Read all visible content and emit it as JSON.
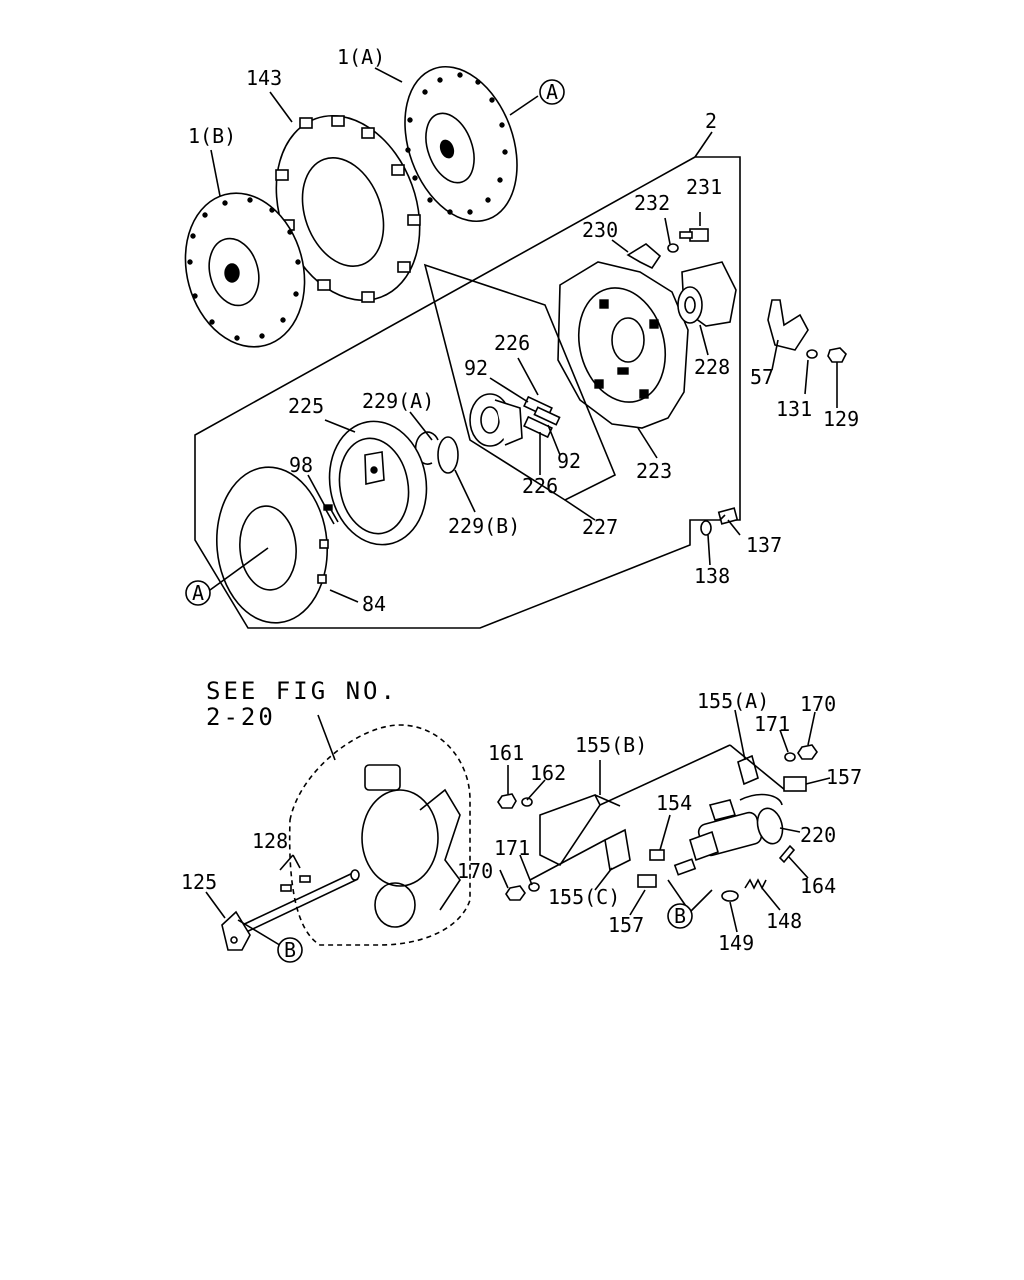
{
  "labels": {
    "l1a": "1(A)",
    "l143": "143",
    "l1b": "1(B)",
    "l2": "2",
    "l231": "231",
    "l232": "232",
    "l230": "230",
    "l226a": "226",
    "l92a": "92",
    "l228": "228",
    "l57": "57",
    "l131": "131",
    "l129": "129",
    "l225": "225",
    "l229a": "229(A)",
    "l98": "98",
    "l92b": "92",
    "l223": "223",
    "l226b": "226",
    "l229b": "229(B)",
    "l227": "227",
    "l137": "137",
    "l138": "138",
    "l84": "84",
    "see1": "SEE FIG NO.",
    "see2": "2-20",
    "l155a": "155(A)",
    "l170a": "170",
    "l171a": "171",
    "l157a": "157",
    "l161": "161",
    "l155b": "155(B)",
    "l162": "162",
    "l154": "154",
    "l220": "220",
    "l128": "128",
    "l171b": "171",
    "l170b": "170",
    "l155c": "155(C)",
    "l164": "164",
    "l125": "125",
    "l157b": "157",
    "l148": "148",
    "l149": "149"
  },
  "callouts": {
    "a_top": "A",
    "a_bottom": "A",
    "b_mid": "B",
    "b_left": "B"
  }
}
